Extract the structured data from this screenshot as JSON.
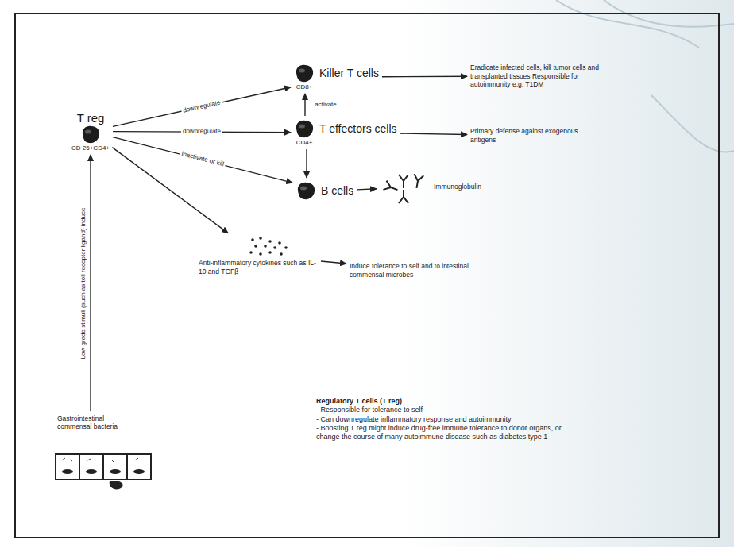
{
  "diagram": {
    "nodes": [
      {
        "text": [
          "T reg",
          "CD 25+CD4+"
        ]
      },
      {
        "text": [
          "Killer T cells",
          "CD8+"
        ]
      },
      {
        "text": [
          "Eradicate infected cells, kill tumor cells and transplanted tissues Responsible for autoimmunity e.g. T1DM"
        ]
      },
      {
        "text": [
          "T effectors cells",
          "CD4+"
        ]
      },
      {
        "text": [
          "Primary defense against exogenous antigens"
        ]
      },
      {
        "text": [
          "B cells"
        ]
      },
      {
        "text": [
          "Immunoglobulin"
        ]
      },
      {
        "text": [
          "Anti-inflammatory cytokines such as IL-10 and TGFβ"
        ]
      },
      {
        "text": [
          "Induce tolerance to self and to intestinal commensal microbes"
        ]
      },
      {
        "text": [
          "Gastrointestinal commensal bacteria"
        ]
      }
    ],
    "edges": [
      {
        "from": 0,
        "to": 1,
        "label": "downregulate",
        "arrow": "to"
      },
      {
        "from": 0,
        "to": 3,
        "label": "downregulate",
        "arrow": "to"
      },
      {
        "from": 0,
        "to": 5,
        "label": "Inactivate or kill",
        "arrow": "to"
      },
      {
        "from": 0,
        "to": 7,
        "arrow": "to"
      },
      {
        "from": 3,
        "to": 1,
        "label": "activate",
        "arrow": "to"
      },
      {
        "from": 1,
        "to": 2,
        "arrow": "to"
      },
      {
        "from": 3,
        "to": 4,
        "arrow": "to"
      },
      {
        "from": 3,
        "to": 5,
        "arrow": "to"
      },
      {
        "from": 5,
        "to": 6,
        "arrow": "to"
      },
      {
        "from": 7,
        "to": 8,
        "arrow": "to"
      },
      {
        "from": 9,
        "to": 0,
        "label": "Low grade stimuli (such as toll receptor ligand) induce",
        "arrow": "to"
      }
    ],
    "labels": [
      "Regulatory T cells (T reg)",
      "- Responsible for tolerance to self",
      "- Can downregulate inflammatory response and autoimmunity",
      "- Boosting T reg might induce drug-free immune tolerance to donor organs, or change the course of many autoimmune disease such as diabetes type 1"
    ]
  }
}
